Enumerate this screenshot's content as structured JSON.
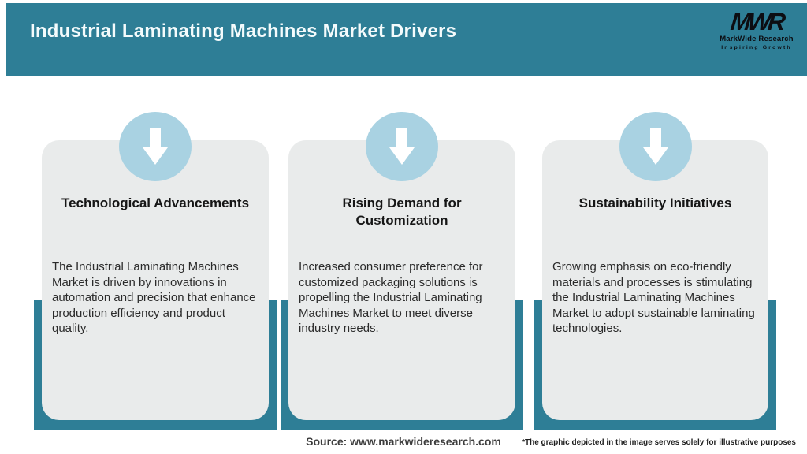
{
  "header": {
    "title": "Industrial Laminating Machines Market Drivers",
    "logo": {
      "monogram": "MWR",
      "name": "MarkWide Research",
      "tagline": "Inspiring Growth"
    }
  },
  "cards": [
    {
      "heading": "Technological Advancements",
      "body": "The Industrial Laminating Machines Market is driven by innovations in automation and precision that enhance production efficiency and product quality."
    },
    {
      "heading": "Rising Demand for Customization",
      "body": "Increased consumer preference for customized packaging solutions is propelling the Industrial Laminating Machines Market to meet diverse industry needs."
    },
    {
      "heading": "Sustainability Initiatives",
      "body": "Growing emphasis on eco-friendly materials and processes is stimulating the Industrial Laminating Machines Market to adopt sustainable laminating technologies."
    }
  ],
  "footer": {
    "source": "Source: www.markwideresearch.com",
    "disclaimer": "*The graphic depicted in the image serves solely for illustrative purposes"
  },
  "colors": {
    "header_teal": "#2e7e96",
    "shadow_teal": "#2e7e96",
    "circle_blue": "#a9d2e2",
    "card_gray": "#e9ebeb",
    "title_white": "#f4fbfc",
    "logo_black": "#0c0d12"
  },
  "icons": {
    "arrow": "down-arrow-icon"
  }
}
